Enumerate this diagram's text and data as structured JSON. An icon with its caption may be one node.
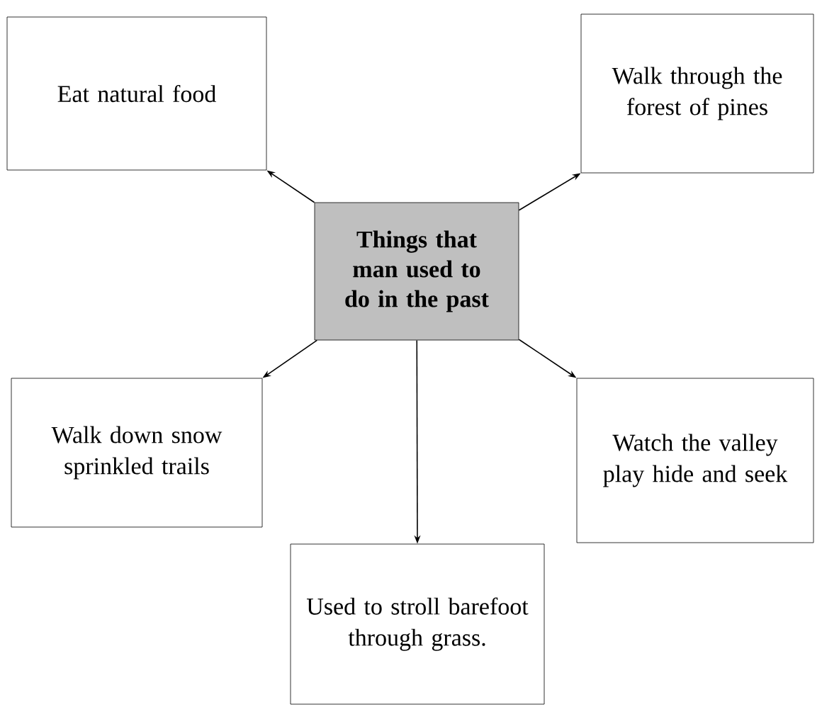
{
  "diagram": {
    "nodes": [
      {
        "text": [
          "Things that man used to do in the past"
        ]
      },
      {
        "text": [
          "Eat natural food"
        ]
      },
      {
        "text": [
          "Walk through the forest of pines"
        ]
      },
      {
        "text": [
          "Walk down snow sprinkled trails"
        ]
      },
      {
        "text": [
          "Watch the valley play hide and seek"
        ]
      },
      {
        "text": [
          "Used to stroll barefoot through grass."
        ]
      }
    ],
    "edges": [
      {
        "from": 0,
        "to": 1,
        "arrow": "to"
      },
      {
        "from": 0,
        "to": 2,
        "arrow": "to"
      },
      {
        "from": 0,
        "to": 3,
        "arrow": "to"
      },
      {
        "from": 0,
        "to": 4,
        "arrow": "to"
      },
      {
        "from": 0,
        "to": 5,
        "arrow": "to"
      }
    ]
  }
}
